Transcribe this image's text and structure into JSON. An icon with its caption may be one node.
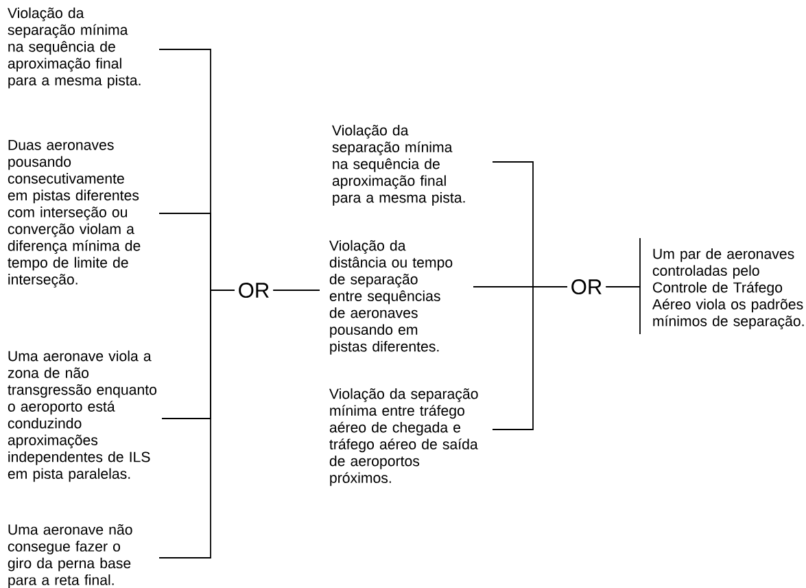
{
  "diagram": {
    "nodes": [
      {
        "text": [
          "Violação da separação mínima na sequência de aproximação final para a mesma pista."
        ]
      },
      {
        "text": [
          "Duas aeronaves pousando consecutivamente em pistas diferentes com interseção ou converção violam a diferença mínima de tempo de limite de interseção."
        ]
      },
      {
        "text": [
          "Uma aeronave viola a zona de não transgressão enquanto o aeroporto está conduzindo aproximações independentes de ILS em pista paralelas."
        ]
      },
      {
        "text": [
          "Uma aeronave não consegue fazer o giro da perna base para a reta final."
        ]
      },
      {
        "text": [
          "OR"
        ]
      },
      {
        "text": [
          "Violação da separação mínima na sequência de aproximação final para a mesma pista."
        ]
      },
      {
        "text": [
          "Violação da distância ou tempo de separação entre sequências de aeronaves pousando em pistas diferentes."
        ]
      },
      {
        "text": [
          "Violação da separação mínima entre tráfego aéreo de chegada e tráfego aéreo de saída de aeroportos próximos."
        ]
      },
      {
        "text": [
          "OR"
        ]
      },
      {
        "text": [
          "Um par de aeronaves controladas pelo Controle de Tráfego Aéreo viola os padrões mínimos de separação."
        ]
      }
    ],
    "edges": [
      {
        "from": 0,
        "to": 4,
        "arrow": "none"
      },
      {
        "from": 1,
        "to": 4,
        "arrow": "none"
      },
      {
        "from": 2,
        "to": 4,
        "arrow": "none"
      },
      {
        "from": 3,
        "to": 4,
        "arrow": "none"
      },
      {
        "from": 4,
        "to": 6,
        "arrow": "none"
      },
      {
        "from": 5,
        "to": 8,
        "arrow": "none"
      },
      {
        "from": 6,
        "to": 8,
        "arrow": "none"
      },
      {
        "from": 7,
        "to": 8,
        "arrow": "none"
      },
      {
        "from": 8,
        "to": 9,
        "arrow": "none"
      }
    ]
  }
}
